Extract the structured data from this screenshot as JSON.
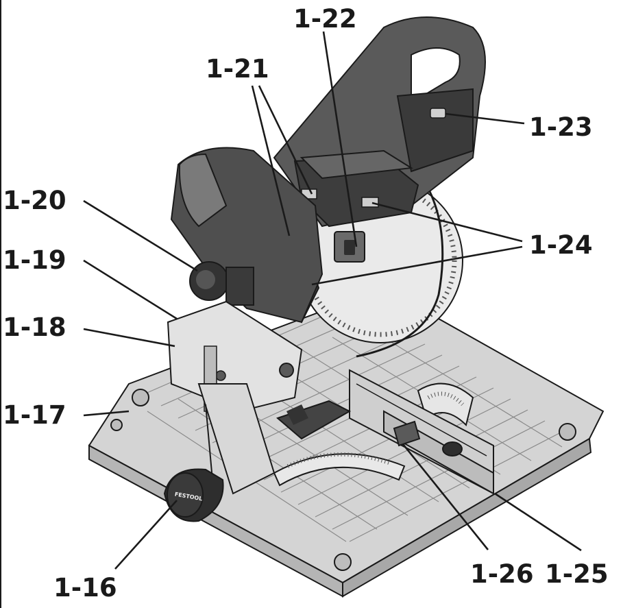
{
  "illustration": {
    "subject": "miter-saw-icon",
    "brand_text": "FESTOOL"
  },
  "callouts": {
    "c16": "1-16",
    "c17": "1-17",
    "c18": "1-18",
    "c19": "1-19",
    "c20": "1-20",
    "c21": "1-21",
    "c22": "1-22",
    "c23": "1-23",
    "c24": "1-24",
    "c25": "1-25",
    "c26": "1-26"
  },
  "colors": {
    "line": "#1a1a1a",
    "body_dark": "#4a4a4a",
    "table": "#cfcfcf",
    "blade": "#e6e6e6"
  }
}
